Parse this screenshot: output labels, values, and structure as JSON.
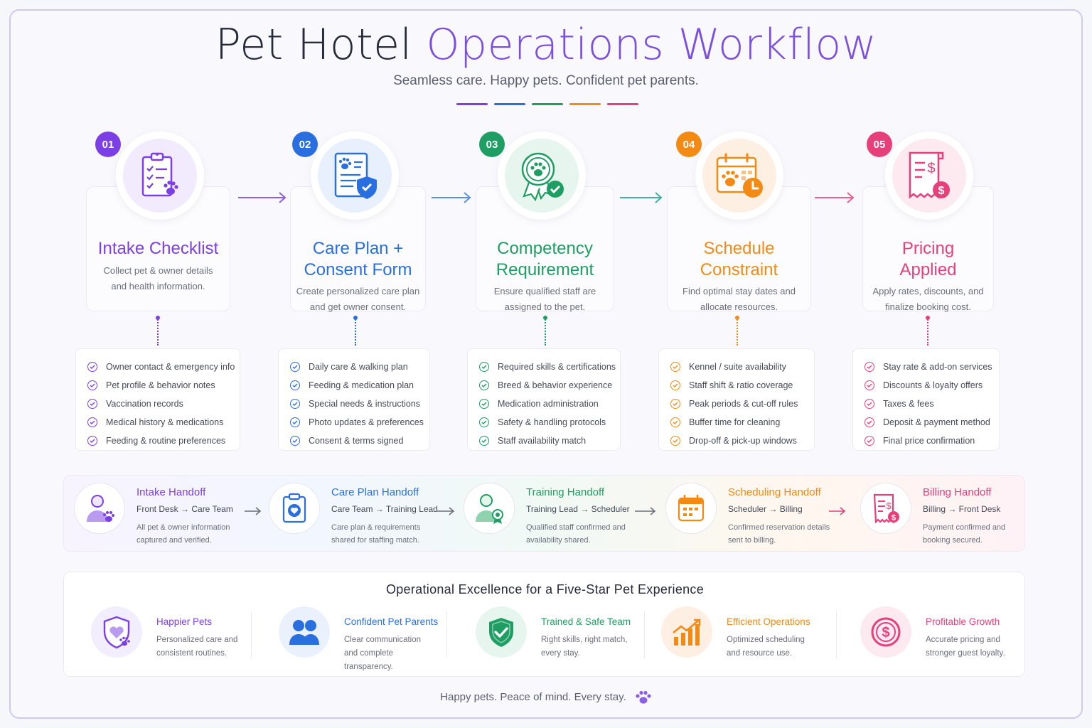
{
  "header": {
    "title_main": "Pet Hotel",
    "title_accent": "Operations Workflow",
    "subtitle": "Seamless care. Happy pets. Confident pet parents."
  },
  "colors": {
    "purple": "#7b3fe4",
    "blue": "#2a6fe0",
    "green": "#1e9e63",
    "orange": "#f28a14",
    "pink": "#e63f7a"
  },
  "stages": [
    {
      "number": "01",
      "title_line1": "Intake Checklist",
      "title_line2": "",
      "desc_line1": "Collect pet & owner details",
      "desc_line2": "and health information.",
      "icon": "clipboard-paw-icon",
      "checklist": [
        "Owner contact & emergency info",
        "Pet profile & behavior notes",
        "Vaccination records",
        "Medical history & medications",
        "Feeding & routine preferences"
      ]
    },
    {
      "number": "02",
      "title_line1": "Care Plan +",
      "title_line2": "Consent Form",
      "desc_line1": "Create personalized care plan",
      "desc_line2": "and get owner consent.",
      "icon": "document-shield-icon",
      "checklist": [
        "Daily care & walking plan",
        "Feeding & medication plan",
        "Special needs & instructions",
        "Photo updates & preferences",
        "Consent & terms signed"
      ]
    },
    {
      "number": "03",
      "title_line1": "Competency",
      "title_line2": "Requirement",
      "desc_line1": "Ensure qualified staff are",
      "desc_line2": "assigned to the pet.",
      "icon": "award-badge-icon",
      "checklist": [
        "Required skills & certifications",
        "Breed & behavior experience",
        "Medication administration",
        "Safety & handling protocols",
        "Staff availability match"
      ]
    },
    {
      "number": "04",
      "title_line1": "Schedule",
      "title_line2": "Constraint",
      "desc_line1": "Find optimal stay dates and",
      "desc_line2": "allocate resources.",
      "icon": "calendar-clock-icon",
      "checklist": [
        "Kennel / suite availability",
        "Staff shift & ratio coverage",
        "Peak periods & cut-off rules",
        "Buffer time for cleaning",
        "Drop-off & pick-up windows"
      ]
    },
    {
      "number": "05",
      "title_line1": "Pricing",
      "title_line2": "Applied",
      "desc_line1": "Apply rates, discounts, and",
      "desc_line2": "finalize booking cost.",
      "icon": "invoice-dollar-icon",
      "checklist": [
        "Stay rate & add-on services",
        "Discounts & loyalty offers",
        "Taxes & fees",
        "Deposit & payment method",
        "Final price confirmation"
      ]
    }
  ],
  "handoffs": [
    {
      "title": "Intake Handoff",
      "route": "Front Desk → Care Team",
      "desc": "All pet & owner information captured and verified.",
      "icon": "person-paw-icon"
    },
    {
      "title": "Care Plan Handoff",
      "route": "Care Team → Training Lead",
      "desc": "Care plan & requirements shared for staffing match.",
      "icon": "clipboard-heart-icon"
    },
    {
      "title": "Training Handoff",
      "route": "Training Lead → Scheduler",
      "desc": "Qualified staff confirmed and availability shared.",
      "icon": "person-award-icon"
    },
    {
      "title": "Scheduling Handoff",
      "route": "Scheduler → Billing",
      "desc": "Confirmed reservation details sent to billing.",
      "icon": "calendar-icon"
    },
    {
      "title": "Billing Handoff",
      "route": "Billing → Front Desk",
      "desc": "Payment confirmed and booking secured.",
      "icon": "receipt-dollar-icon"
    }
  ],
  "excellence": {
    "title": "Operational Excellence for a Five-Star Pet Experience",
    "benefits": [
      {
        "title": "Happier Pets",
        "desc": "Personalized care and consistent routines.",
        "icon": "heart-shield-paw-icon"
      },
      {
        "title": "Confident Pet Parents",
        "desc": "Clear communication and complete transparency.",
        "icon": "people-icon"
      },
      {
        "title": "Trained & Safe Team",
        "desc": "Right skills, right match, every stay.",
        "icon": "shield-check-icon"
      },
      {
        "title": "Efficient Operations",
        "desc": "Optimized scheduling and resource use.",
        "icon": "growth-chart-icon"
      },
      {
        "title": "Profitable Growth",
        "desc": "Accurate pricing and stronger guest loyalty.",
        "icon": "dollar-coin-icon"
      }
    ]
  },
  "footer": {
    "text": "Happy pets. Peace of mind. Every stay.",
    "icon": "paw-icon"
  }
}
